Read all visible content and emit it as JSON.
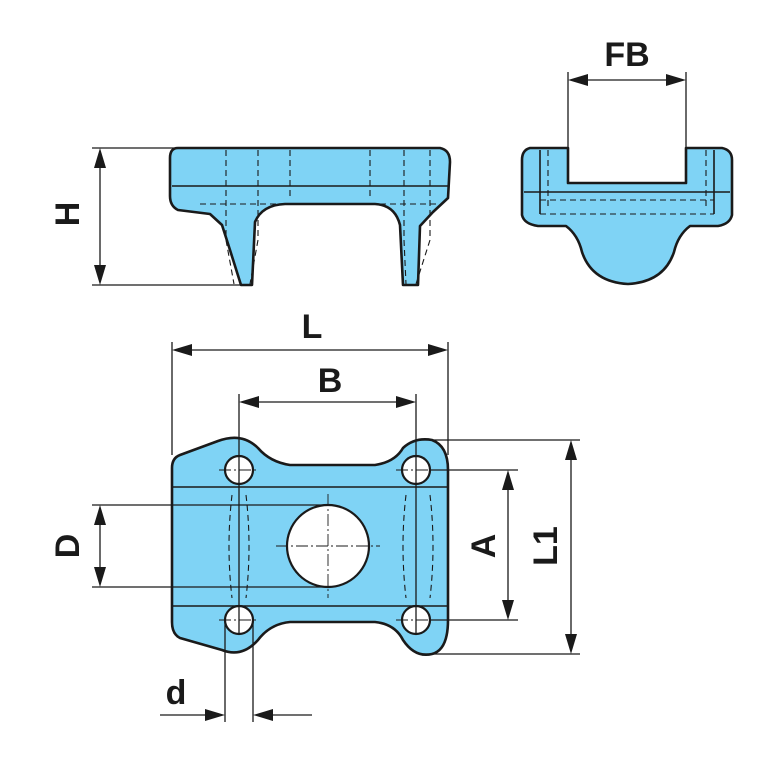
{
  "accent_color": "#7fd3f5",
  "line_color": "#1a1a1a",
  "dimensions": {
    "H": "H",
    "FB": "FB",
    "L": "L",
    "B": "B",
    "D": "D",
    "A": "A",
    "L1": "L1",
    "d": "d"
  }
}
